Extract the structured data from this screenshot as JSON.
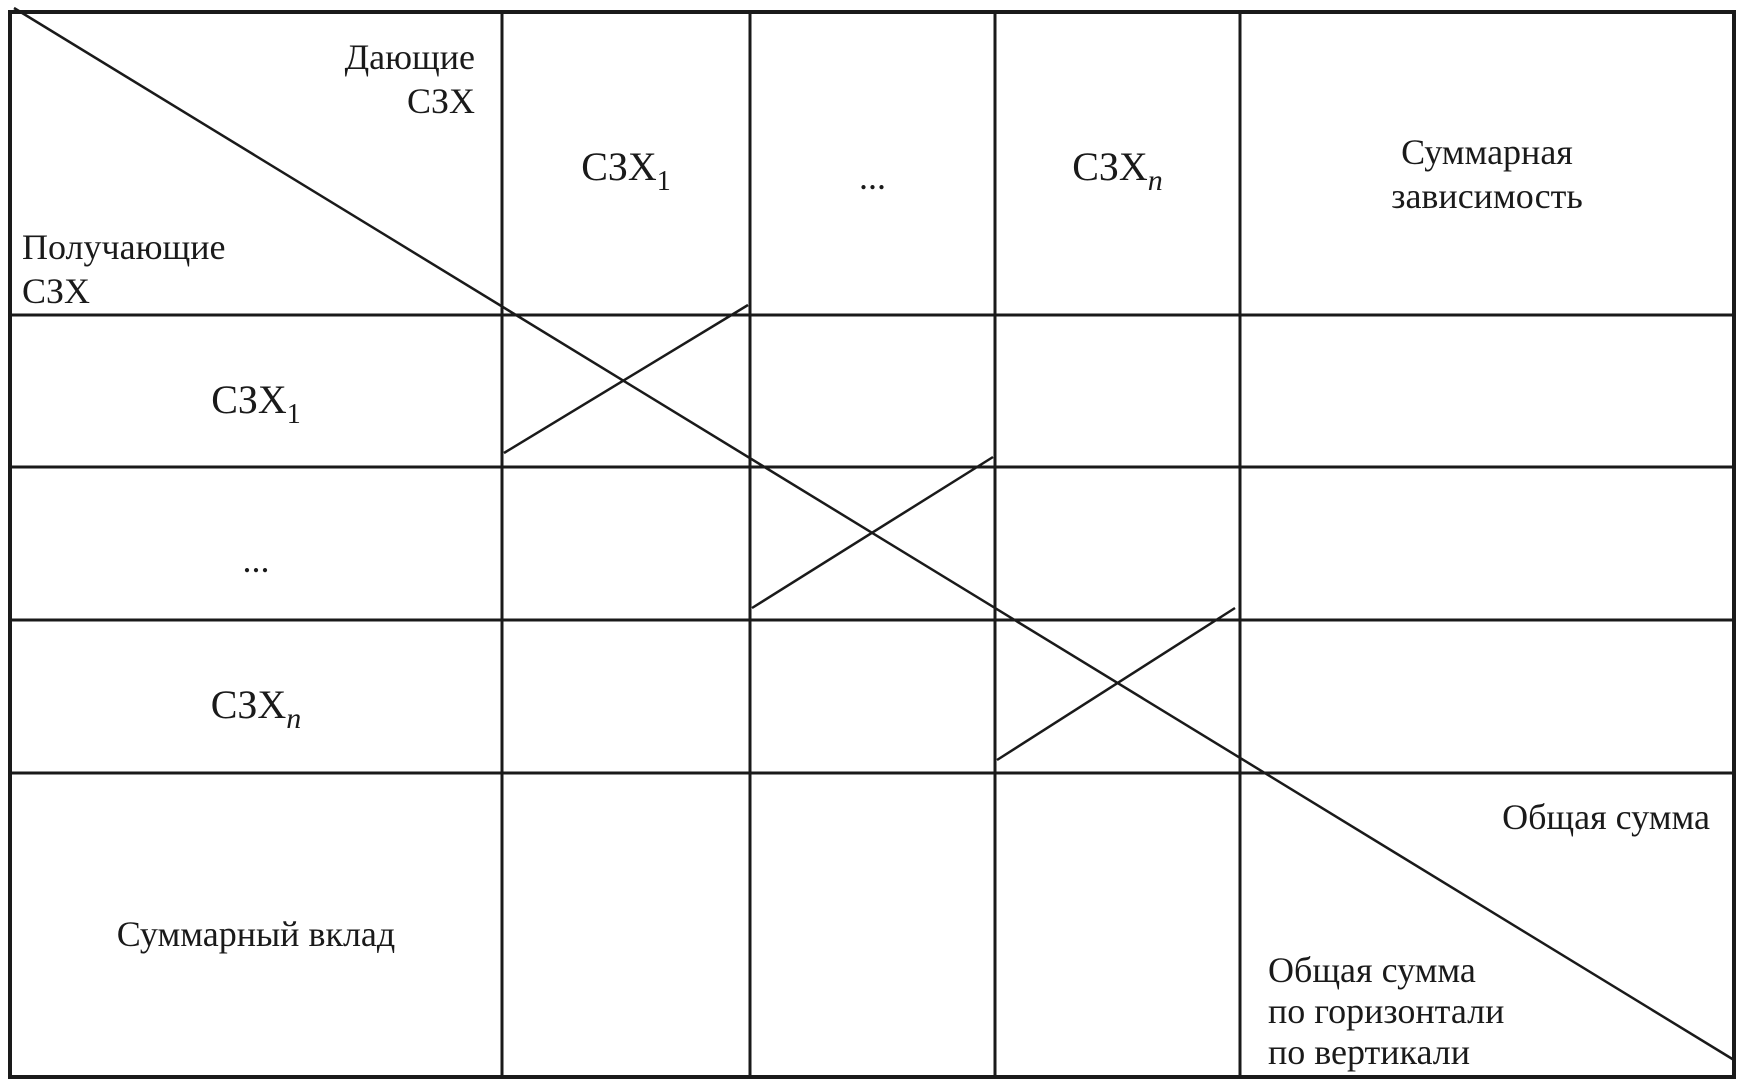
{
  "corner": {
    "giving_line1": "Дающие",
    "giving_line2": "СЗХ",
    "receiving_line1": "Получающие",
    "receiving_line2": "СЗХ"
  },
  "columns": {
    "col1_base": "СЗХ",
    "col1_sub": "1",
    "col2": "...",
    "col3_base": "СЗХ",
    "col3_sub": "n",
    "total_line1": "Суммарная",
    "total_line2": "зависимость"
  },
  "rows": {
    "row1_base": "СЗХ",
    "row1_sub": "1",
    "row2": "...",
    "row3_base": "СЗХ",
    "row3_sub": "n",
    "total": "Суммарный вклад"
  },
  "grand_total": {
    "top": "Общая сумма",
    "line1": "Общая сумма",
    "line2": "по горизонтали",
    "line3": "по вертикали"
  }
}
